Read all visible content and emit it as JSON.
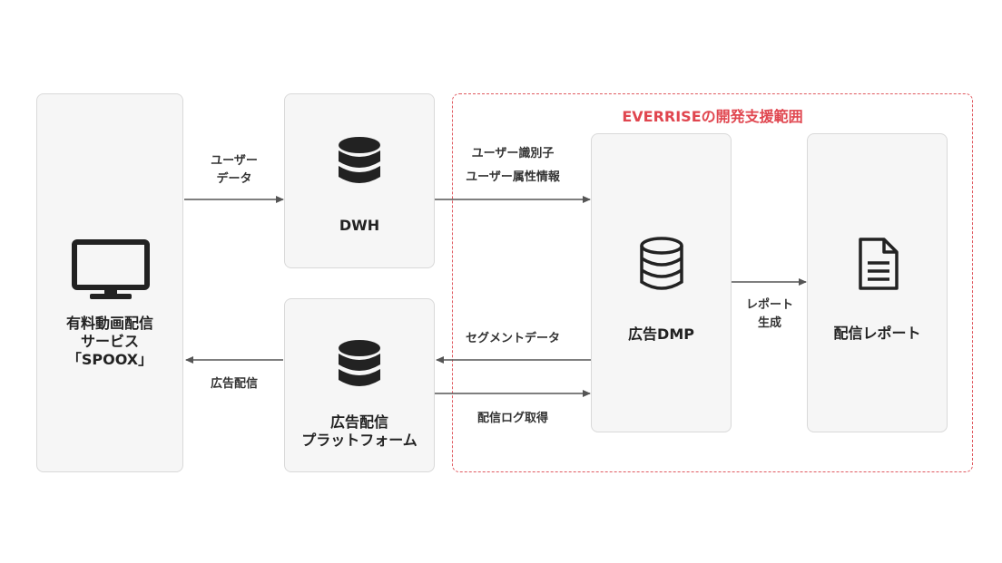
{
  "scope": {
    "title": "EVERRISEの開発支援範囲",
    "color": "#e0464f"
  },
  "nodes": {
    "spoox": {
      "lines": [
        "有料動画配信",
        "サービス",
        "「SPOOX」"
      ],
      "icon": "monitor-icon"
    },
    "dwh": {
      "label": "DWH",
      "icon": "database-icon"
    },
    "ad_platform": {
      "lines": [
        "広告配信",
        "プラットフォーム"
      ],
      "icon": "database-icon"
    },
    "dmp": {
      "label": "広告DMP",
      "icon": "database-icon"
    },
    "report": {
      "label": "配信レポート",
      "icon": "document-icon"
    }
  },
  "edges": {
    "user_data": {
      "lines": [
        "ユーザー",
        "データ"
      ]
    },
    "user_id": {
      "lines": [
        "ユーザー識別子",
        "ユーザー属性情報"
      ]
    },
    "report_gen": {
      "lines": [
        "レポート",
        "生成"
      ]
    },
    "segment": {
      "label": "セグメントデータ"
    },
    "log": {
      "label": "配信ログ取得"
    },
    "ad_delivery": {
      "label": "広告配信"
    }
  }
}
